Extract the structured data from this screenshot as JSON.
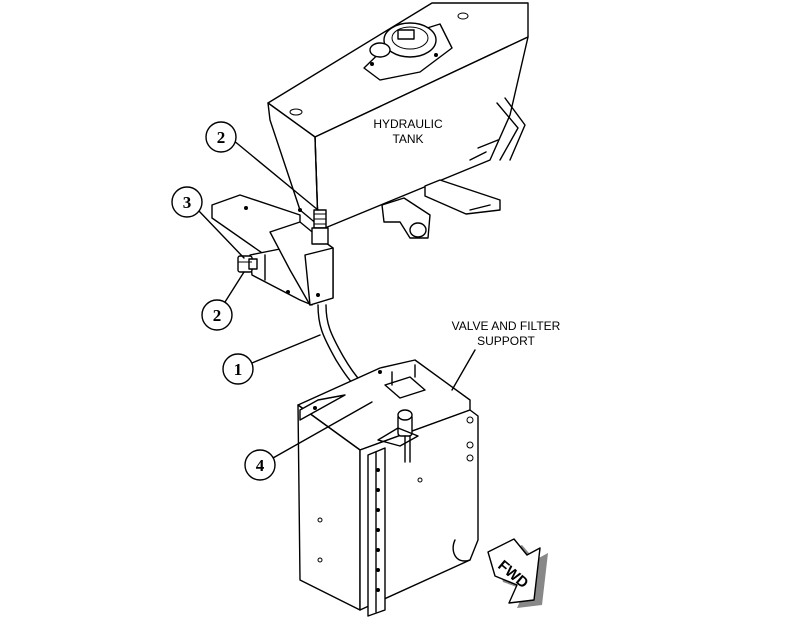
{
  "labels": {
    "hydraulic_tank_line1": "HYDRAULIC",
    "hydraulic_tank_line2": "TANK",
    "valve_support_line1": "VALVE AND FILTER",
    "valve_support_line2": "SUPPORT",
    "fwd": "FWD"
  },
  "callouts": {
    "c1": "1",
    "c2_upper": "2",
    "c2_lower": "2",
    "c3": "3",
    "c4": "4"
  }
}
